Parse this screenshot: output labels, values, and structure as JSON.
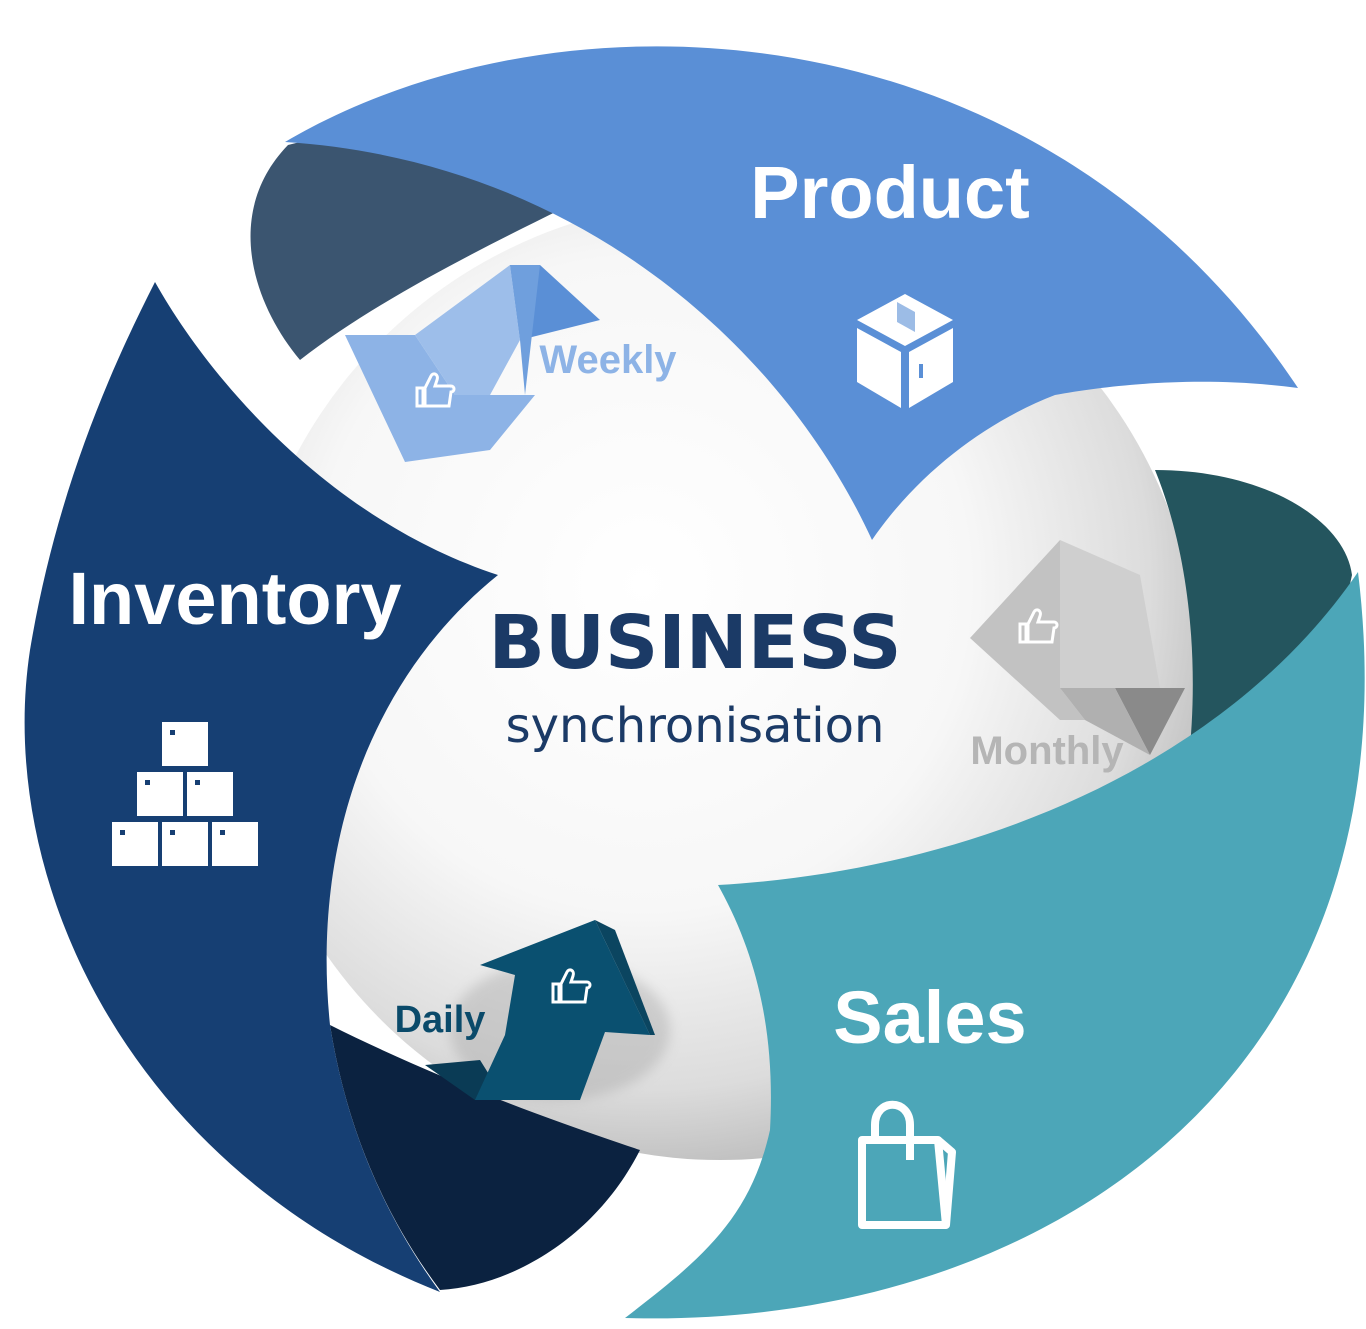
{
  "center": {
    "title": "BUSINESS",
    "subtitle": "synchronisation"
  },
  "segments": [
    {
      "id": "product",
      "label": "Product",
      "icon": "box-icon",
      "color": "#5a8fd6"
    },
    {
      "id": "inventory",
      "label": "Inventory",
      "icon": "stacked-boxes-icon",
      "color": "#163f73"
    },
    {
      "id": "sales",
      "label": "Sales",
      "icon": "shopping-bag-icon",
      "color": "#4ca6b8"
    }
  ],
  "cycles": [
    {
      "id": "weekly",
      "label": "Weekly",
      "icon": "thumbs-up-icon",
      "color": "#8db3e6"
    },
    {
      "id": "monthly",
      "label": "Monthly",
      "icon": "thumbs-up-icon",
      "color": "#c2c2c2"
    },
    {
      "id": "daily",
      "label": "Daily",
      "icon": "thumbs-up-icon",
      "color": "#0a5070"
    }
  ],
  "colors": {
    "center_text": "#1b3a66",
    "weekly_text": "#8db3e6",
    "monthly_text": "#b5b5b5",
    "daily_text": "#0a4a6a"
  }
}
